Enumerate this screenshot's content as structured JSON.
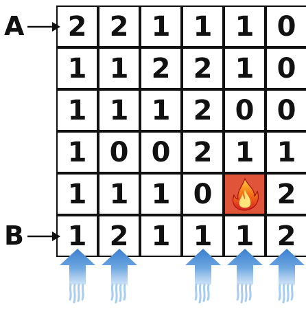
{
  "puzzle": {
    "grid": [
      [
        "2",
        "2",
        "1",
        "1",
        "1",
        "0"
      ],
      [
        "1",
        "1",
        "2",
        "2",
        "1",
        "0"
      ],
      [
        "1",
        "1",
        "1",
        "2",
        "0",
        "0"
      ],
      [
        "1",
        "0",
        "0",
        "2",
        "1",
        "1"
      ],
      [
        "1",
        "1",
        "1",
        "0",
        "fire",
        "2"
      ],
      [
        "1",
        "2",
        "1",
        "1",
        "1",
        "2"
      ]
    ],
    "row_markers": [
      {
        "label": "A",
        "row": 0
      },
      {
        "label": "B",
        "row": 5
      }
    ],
    "updraft_columns": [
      0,
      1,
      3,
      4,
      5
    ],
    "fire_icon": "flame-icon",
    "arrow_icon": "updraft-arrow-icon",
    "colors": {
      "fire_cell": "#e0553a",
      "arrow_blue": "#3c7fd0",
      "arrow_light": "#a9cdf0"
    }
  }
}
